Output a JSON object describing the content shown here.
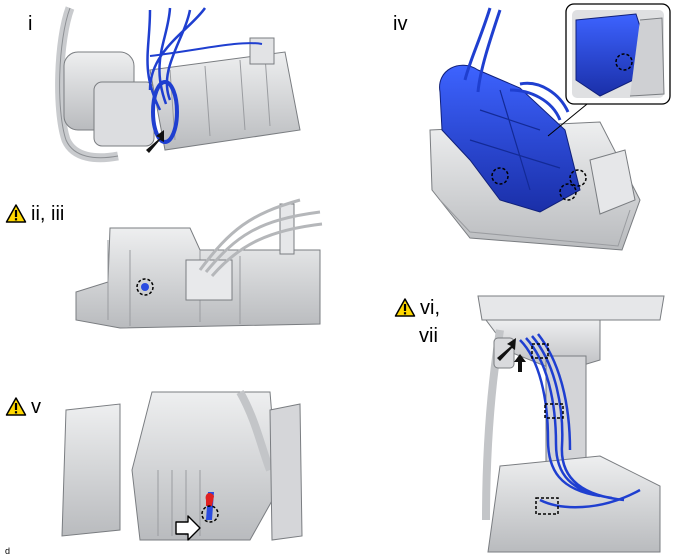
{
  "steps": [
    {
      "label": "i",
      "caution": false
    },
    {
      "label": "iv",
      "caution": false
    },
    {
      "label": "ii, iii",
      "caution": true
    },
    {
      "label": "v",
      "caution": true
    },
    {
      "label": "vi,",
      "caution": true
    },
    {
      "label": "vii",
      "caution": false
    }
  ],
  "figure_code": "d",
  "colors": {
    "part_grey": "#d9dadb",
    "part_dark": "#a9abad",
    "harness_blue": "#1f3fd0",
    "highlight_blue": "#2a4be0",
    "clip_red": "#e02020",
    "caution_yellow": "#ffd800"
  }
}
